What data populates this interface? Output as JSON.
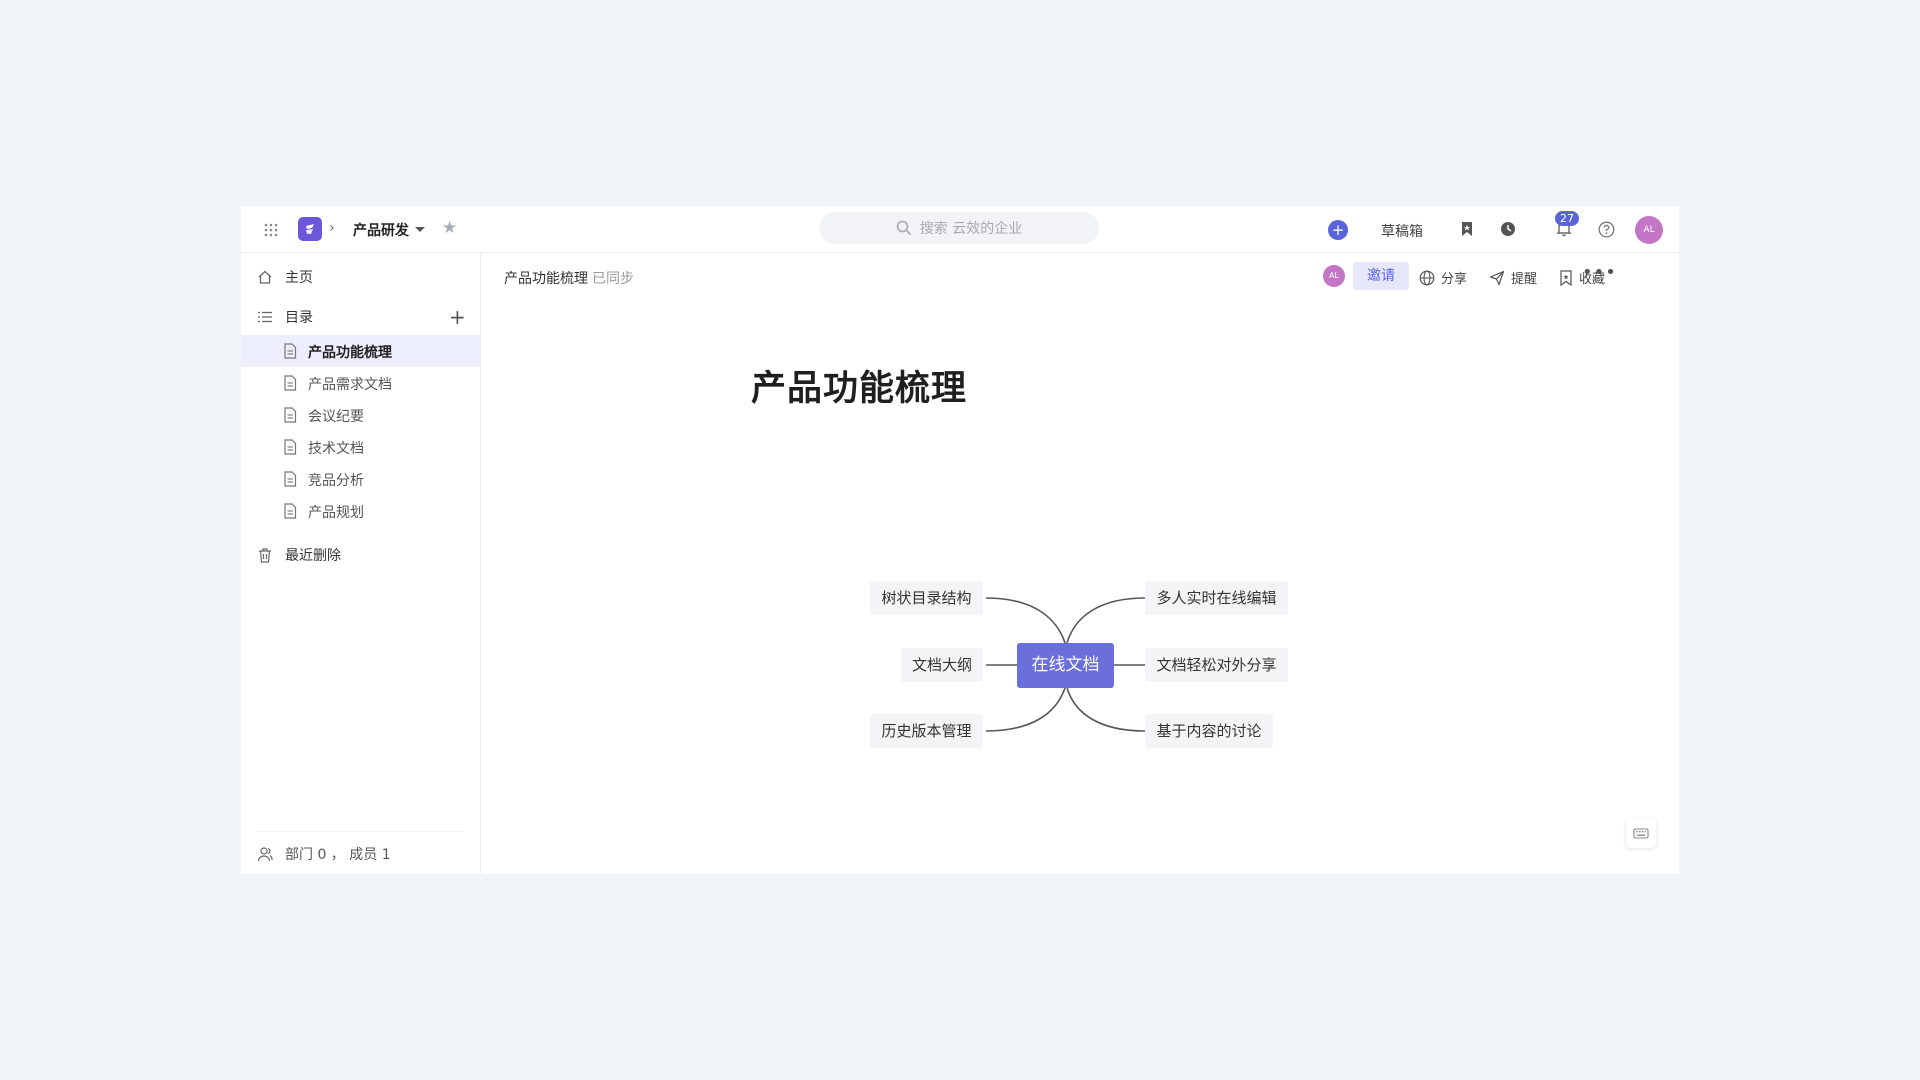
{
  "topbar": {
    "workspace_name": "产品研发",
    "breadcrumb_separator": "›",
    "star_glyph": "★",
    "search_placeholder": "搜索 云效的企业",
    "drafts_label": "草稿箱",
    "notification_count": "27",
    "avatar_initials": "AL",
    "plus_glyph": "+"
  },
  "sidebar": {
    "home_label": "主页",
    "toc_label": "目录",
    "add_glyph": "+",
    "docs": [
      {
        "label": "产品功能梳理",
        "active": true
      },
      {
        "label": "产品需求文档",
        "active": false
      },
      {
        "label": "会议纪要",
        "active": false
      },
      {
        "label": "技术文档",
        "active": false
      },
      {
        "label": "竞品分析",
        "active": false
      },
      {
        "label": "产品规划",
        "active": false
      }
    ],
    "trash_label": "最近删除",
    "footer_label": "部门 0 ， 成员 1"
  },
  "doc_header": {
    "title": "产品功能梳理",
    "sync_status": "已同步",
    "avatar_initials": "AL",
    "invite_label": "邀请",
    "share_label": "分享",
    "remind_label": "提醒",
    "collect_label": "收藏",
    "more_glyph": "•••"
  },
  "document": {
    "heading": "产品功能梳理",
    "mindmap": {
      "center": "在线文档",
      "left": [
        "树状目录结构",
        "文档大纲",
        "历史版本管理"
      ],
      "right": [
        "多人实时在线编辑",
        "文档轻松对外分享",
        "基于内容的讨论"
      ]
    }
  },
  "colors": {
    "accent": "#5a64d9",
    "mindmap_center": "#6b6fd9",
    "logo": "#6d57d8",
    "avatar": "#c376c6",
    "active_row": "#eceefb"
  }
}
